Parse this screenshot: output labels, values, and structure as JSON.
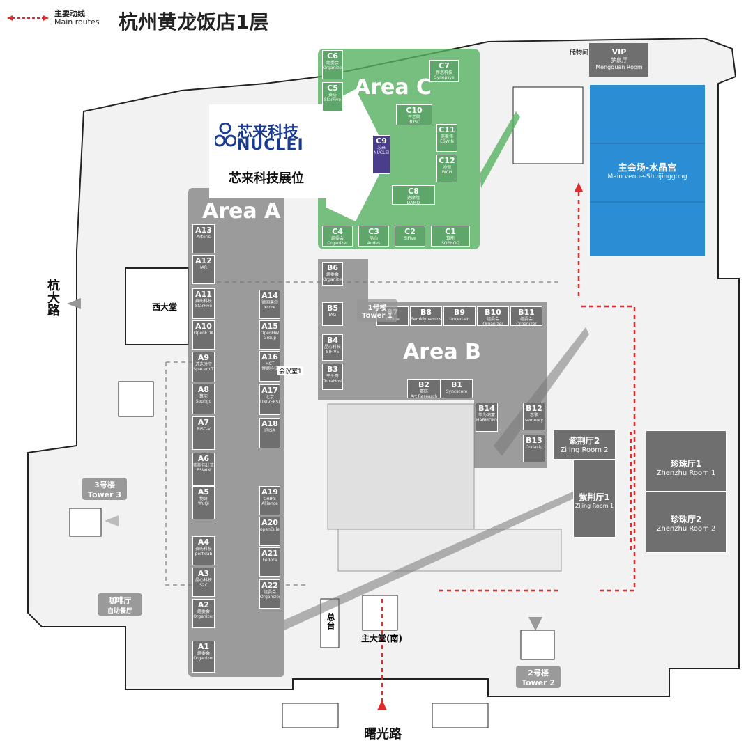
{
  "title": "杭州黄龙饭店1层",
  "legend": {
    "zh": "主要动线",
    "en": "Main routes"
  },
  "colors": {
    "route": "#e02b2b",
    "booth": "#6f6f6f",
    "areaC": "#5ea66a",
    "main_hall": "#2b8ed4",
    "c9": "#4a3e8c"
  },
  "callout": {
    "logo_zh": "芯来科技",
    "logo_en": "NUCLEI",
    "caption": "芯来科技展位"
  },
  "areas": {
    "a": "Area A",
    "b": "Area B",
    "c": "Area C"
  },
  "main_hall": {
    "zh": "主会场-水晶宫",
    "en": "Main venue-Shuijinggong"
  },
  "vip": {
    "code": "VIP",
    "zh": "梦泉厅",
    "en": "Mengquan Room"
  },
  "storage": "储物间",
  "west_hall": "西大堂",
  "main_lobby": "主大堂(南)",
  "front_desk": "总台",
  "meeting_room": "会议室1",
  "roads": {
    "west": "杭大路",
    "south": "曙光路"
  },
  "towers": {
    "t1": {
      "zh": "1号楼",
      "en": "Tower 1"
    },
    "t2": {
      "zh": "2号楼",
      "en": "Tower 2"
    },
    "t3": {
      "zh": "3号楼",
      "en": "Tower 3"
    }
  },
  "cafe": {
    "zh": "咖啡厅",
    "sub": "自助餐厅"
  },
  "rooms": {
    "zj2": {
      "zh": "紫荆厅2",
      "en": "Zijing Room 2"
    },
    "zj1": {
      "zh": "紫荆厅1",
      "en": "Zijing Room 1"
    },
    "zz1": {
      "zh": "珍珠厅1",
      "en": "Zhenzhu Room 1"
    },
    "zz2": {
      "zh": "珍珠厅2",
      "en": "Zhenzhu Room 2"
    }
  },
  "booths_a": [
    {
      "id": "A13",
      "name": "Arteris"
    },
    {
      "id": "A12",
      "name": "IAR"
    },
    {
      "id": "A11",
      "name": "赛昉科技\nStarFive"
    },
    {
      "id": "A10",
      "name": "OpenEDA"
    },
    {
      "id": "A9",
      "name": "进迭时空\nSpacemiT"
    },
    {
      "id": "A8",
      "name": "算能 Sophgo"
    },
    {
      "id": "A7",
      "name": "RISC-V"
    },
    {
      "id": "A6",
      "name": "奕斯伟计算\nESWIN"
    },
    {
      "id": "A5",
      "name": "物奇\nWuQi"
    },
    {
      "id": "A4",
      "name": "赛昉科技\nperfxlab"
    },
    {
      "id": "A3",
      "name": "晶心科技\nS2C"
    },
    {
      "id": "A2",
      "name": "组委会\nOrganizer"
    },
    {
      "id": "A1",
      "name": "组委会\nOrganizer"
    },
    {
      "id": "A14",
      "name": "德国莱尔\nxcore"
    },
    {
      "id": "A15",
      "name": "OpenHW\nGroup"
    },
    {
      "id": "A16",
      "name": "MCT\n博德科技"
    },
    {
      "id": "A17",
      "name": "北京\nUNIVERSITY"
    },
    {
      "id": "A18",
      "name": "IRISA"
    },
    {
      "id": "A19",
      "name": "CHIPS\nAlliance"
    },
    {
      "id": "A20",
      "name": "openEuler"
    },
    {
      "id": "A21",
      "name": "Fedora"
    },
    {
      "id": "A22",
      "name": "组委会\nOrganizer"
    }
  ],
  "booths_b": [
    {
      "id": "B6",
      "name": "组委会\nOrganizer"
    },
    {
      "id": "B5",
      "name": "IAG"
    },
    {
      "id": "B4",
      "name": "晶心科技\nSIFIVE"
    },
    {
      "id": "B3",
      "name": "平头哥\nTerraHost"
    },
    {
      "id": "B7",
      "name": "Bridge"
    },
    {
      "id": "B8",
      "name": "Semidynamics"
    },
    {
      "id": "B9",
      "name": "Uncertain"
    },
    {
      "id": "B10",
      "name": "组委会\nOrganizer"
    },
    {
      "id": "B11",
      "name": "组委会\nOrganizer"
    },
    {
      "id": "B2",
      "name": "赛昉\nArt Research"
    },
    {
      "id": "B1",
      "name": "Syncscore"
    },
    {
      "id": "B14",
      "name": "华为鸿蒙\nHARMONY"
    },
    {
      "id": "B12",
      "name": "芯擎\nsemeory"
    },
    {
      "id": "B13",
      "name": "Codasip"
    }
  ],
  "booths_c": [
    {
      "id": "C6",
      "name": "组委会\nOrganizer"
    },
    {
      "id": "C5",
      "name": "赛昉\nStarFive"
    },
    {
      "id": "C7",
      "name": "新思科技\nSynopsys"
    },
    {
      "id": "C10",
      "name": "开芯院\nBOSC"
    },
    {
      "id": "C9",
      "name": "芯来\nNUCLEI"
    },
    {
      "id": "C11",
      "name": "奕斯伟\nESWIN"
    },
    {
      "id": "C12",
      "name": "沁恒\nWCH"
    },
    {
      "id": "C8",
      "name": "达摩院\nDAMO"
    },
    {
      "id": "C4",
      "name": "组委会\nOrganizer"
    },
    {
      "id": "C3",
      "name": "晶心\nAndes"
    },
    {
      "id": "C2",
      "name": "SiFive"
    },
    {
      "id": "C1",
      "name": "算能\nSOPHGO"
    }
  ]
}
